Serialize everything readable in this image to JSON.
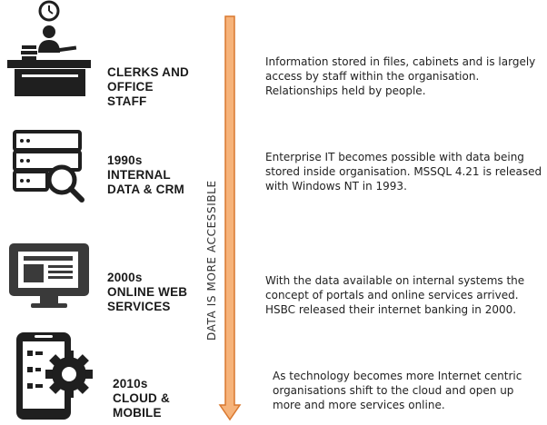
{
  "colors": {
    "icon": "#1f1f1f",
    "arrow_fill": "#f6b37a",
    "arrow_stroke": "#d9782f"
  },
  "axis_label": "DATA IS MORE ACCESSIBLE",
  "stages": [
    {
      "icon": "clerk-desk-clock-icon",
      "label_lines": [
        "CLERKS AND",
        "OFFICE",
        "STAFF"
      ],
      "description_lines": [
        "Information stored in files, cabinets and is largely",
        "access by staff within the organisation.",
        "Relationships held by people."
      ]
    },
    {
      "icon": "server-magnifier-icon",
      "label_lines": [
        "1990s",
        "INTERNAL",
        "DATA & CRM"
      ],
      "description_lines": [
        "Enterprise IT becomes possible with data being",
        "stored inside organisation. MSSQL 4.21 is released",
        "with Windows NT in 1993."
      ]
    },
    {
      "icon": "monitor-website-icon",
      "label_lines": [
        "2000s",
        "ONLINE WEB",
        "SERVICES"
      ],
      "description_lines": [
        "With the data available on internal systems the",
        "concept of portals and online services arrived.",
        "HSBC released their internet banking in 2000."
      ]
    },
    {
      "icon": "mobile-gear-icon",
      "label_lines": [
        "2010s",
        "CLOUD &",
        "MOBILE"
      ],
      "description_lines": [
        "As technology becomes more Internet centric",
        "organisations shift to the cloud and open up",
        "more and more services online."
      ]
    }
  ]
}
